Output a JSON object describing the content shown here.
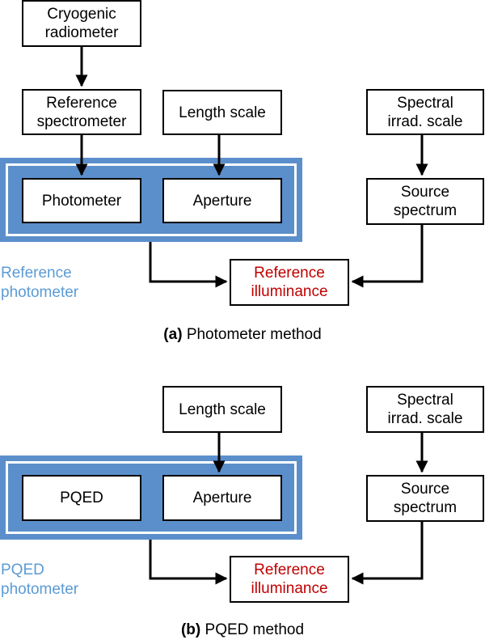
{
  "panel_a": {
    "cryogenic_radiometer": "Cryogenic\nradiometer",
    "reference_spectrometer": "Reference\nspectrometer",
    "length_scale": "Length scale",
    "spectral_irrad_scale": "Spectral\nirrad. scale",
    "photometer": "Photometer",
    "aperture": "Aperture",
    "source_spectrum": "Source\nspectrum",
    "reference_illuminance": "Reference\nilluminance",
    "group_label": "Reference\nphotometer",
    "caption_tag": "(a)",
    "caption_text": "Photometer method"
  },
  "panel_b": {
    "length_scale": "Length scale",
    "spectral_irrad_scale": "Spectral\nirrad. scale",
    "pqed": "PQED",
    "aperture": "Aperture",
    "source_spectrum": "Source\nspectrum",
    "reference_illuminance": "Reference\nilluminance",
    "group_label": "PQED\nphotometer",
    "caption_tag": "(b)",
    "caption_text": "PQED method"
  },
  "colors": {
    "group_fill": "#5b8fcb",
    "group_label": "#5b9bd5",
    "output_text": "#c00000",
    "arrow": "#000000"
  }
}
